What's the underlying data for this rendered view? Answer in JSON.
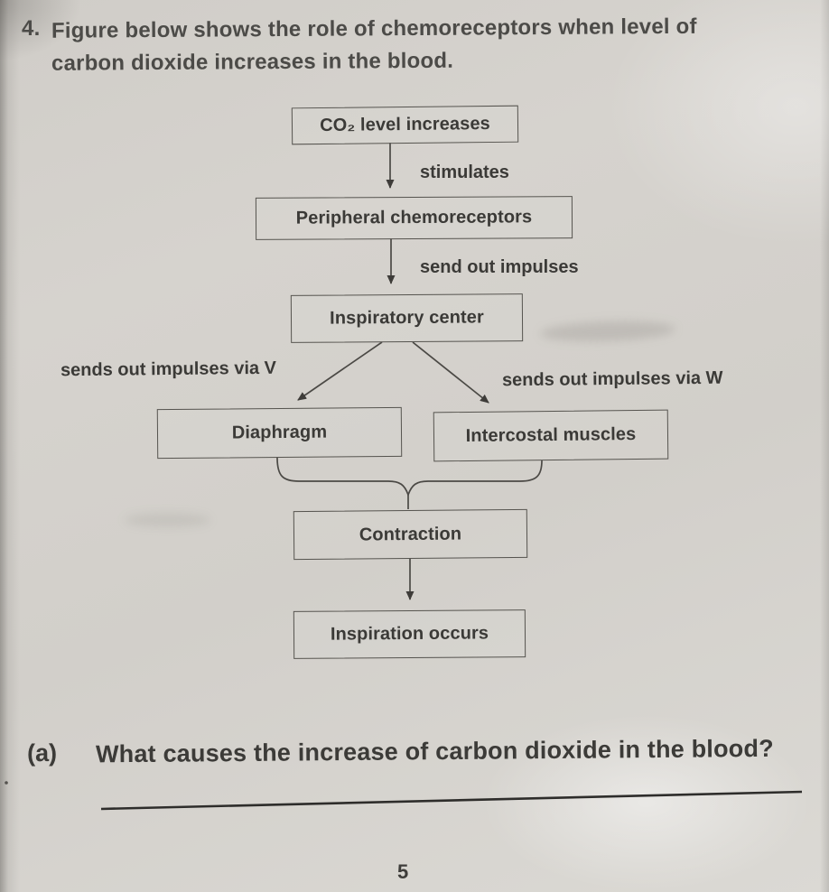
{
  "document": {
    "question_number": "4.",
    "title_line1": "Figure below shows the role of chemoreceptors when level of",
    "title_line2": "carbon dioxide increases in the blood.",
    "page_number": "5"
  },
  "flowchart": {
    "co2_label": "CO₂ level increases",
    "stimulates_label": "stimulates",
    "peripheral_label": "Peripheral chemoreceptors",
    "send_out_impulses_label": "send out impulses",
    "inspiratory_label": "Inspiratory center",
    "via_v_text": "sends out impulses via ",
    "via_v_letter": "V",
    "via_w_text": "sends out impulses via ",
    "via_w_letter": "W",
    "diaphragm_label": "Diaphragm",
    "intercostal_label": "Intercostal muscles",
    "contraction_label": "Contraction",
    "inspiration_label": "Inspiration occurs"
  },
  "question_a": {
    "label": "(a)",
    "text": "What causes the increase of carbon dioxide in the blood?",
    "answer_value": ""
  },
  "colors": {
    "paper": "#d6d3ce",
    "ink": "#3b3a37",
    "line": "#4b4945"
  }
}
